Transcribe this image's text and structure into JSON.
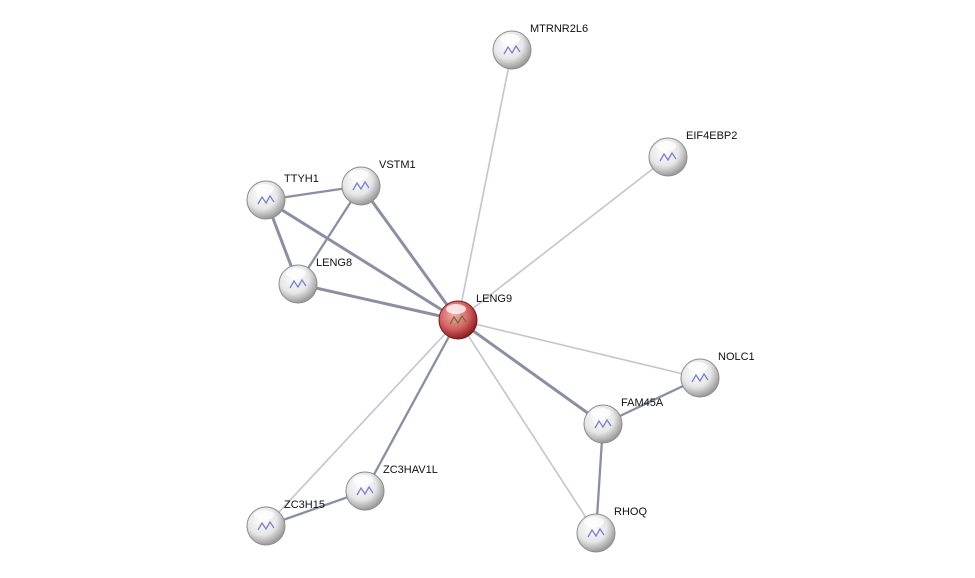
{
  "network": {
    "center_node": "LENG9",
    "colors": {
      "center": "#c44444",
      "node": "#e8e8e8",
      "edge_strong": "#8a8fa3",
      "edge_weak": "#c3c3d4"
    },
    "nodes": [
      {
        "id": "MTRNR2L6",
        "label": "MTRNR2L6"
      },
      {
        "id": "EIF4EBP2",
        "label": "EIF4EBP2"
      },
      {
        "id": "TTYH1",
        "label": "TTYH1"
      },
      {
        "id": "VSTM1",
        "label": "VSTM1"
      },
      {
        "id": "LENG8",
        "label": "LENG8"
      },
      {
        "id": "LENG9",
        "label": "LENG9"
      },
      {
        "id": "NOLC1",
        "label": "NOLC1"
      },
      {
        "id": "FAM45A",
        "label": "FAM45A"
      },
      {
        "id": "ZC3HAV1L",
        "label": "ZC3HAV1L"
      },
      {
        "id": "ZC3H15",
        "label": "ZC3H15"
      },
      {
        "id": "RHOQ",
        "label": "RHOQ"
      }
    ],
    "edges": [
      {
        "source": "LENG9",
        "target": "MTRNR2L6",
        "strength": "weak"
      },
      {
        "source": "LENG9",
        "target": "EIF4EBP2",
        "strength": "weak"
      },
      {
        "source": "LENG9",
        "target": "VSTM1",
        "strength": "strong"
      },
      {
        "source": "LENG9",
        "target": "TTYH1",
        "strength": "strong"
      },
      {
        "source": "LENG9",
        "target": "LENG8",
        "strength": "strong"
      },
      {
        "source": "TTYH1",
        "target": "VSTM1",
        "strength": "medium"
      },
      {
        "source": "TTYH1",
        "target": "LENG8",
        "strength": "strong"
      },
      {
        "source": "VSTM1",
        "target": "LENG8",
        "strength": "medium"
      },
      {
        "source": "LENG9",
        "target": "NOLC1",
        "strength": "weak"
      },
      {
        "source": "LENG9",
        "target": "FAM45A",
        "strength": "strong"
      },
      {
        "source": "FAM45A",
        "target": "NOLC1",
        "strength": "medium"
      },
      {
        "source": "FAM45A",
        "target": "RHOQ",
        "strength": "medium"
      },
      {
        "source": "LENG9",
        "target": "RHOQ",
        "strength": "weak"
      },
      {
        "source": "LENG9",
        "target": "ZC3HAV1L",
        "strength": "medium"
      },
      {
        "source": "LENG9",
        "target": "ZC3H15",
        "strength": "weak"
      },
      {
        "source": "ZC3H15",
        "target": "ZC3HAV1L",
        "strength": "medium"
      }
    ]
  }
}
